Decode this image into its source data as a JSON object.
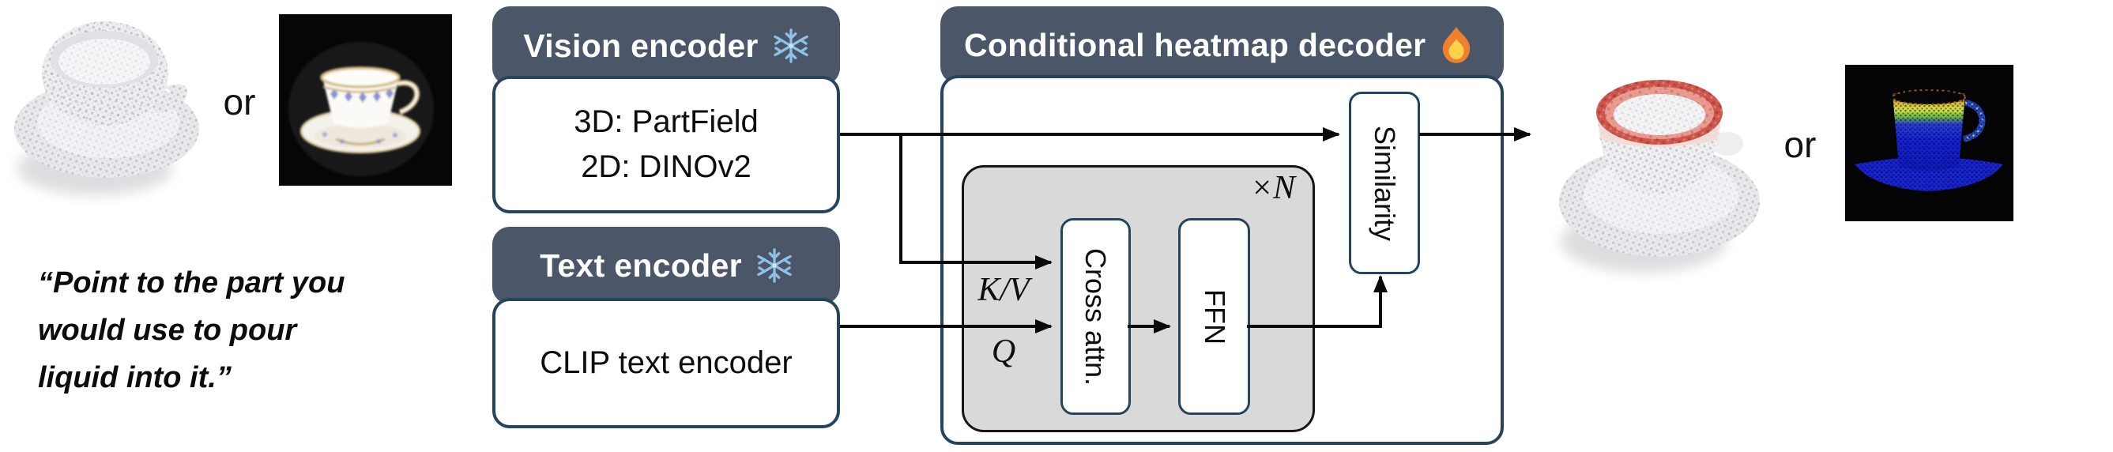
{
  "left": {
    "or_label": "or",
    "quote_lines": [
      "“Point to the part you",
      "would use to pour",
      "liquid into it.”"
    ]
  },
  "panels": {
    "vision": {
      "title": "Vision encoder",
      "icon": "snowflake-icon",
      "line1": "3D: PartField",
      "line2": "2D: DINOv2"
    },
    "text": {
      "title": "Text encoder",
      "icon": "snowflake-icon",
      "body": "CLIP text encoder"
    },
    "decoder": {
      "title": "Conditional heatmap decoder",
      "icon": "flame-icon",
      "repeat_label": "×N",
      "kv_label": "K/V",
      "q_label": "Q",
      "cross_attn_label": "Cross attn.",
      "ffn_label": "FFN",
      "similarity_label": "Similarity"
    }
  },
  "right": {
    "or_label": "or"
  },
  "icons": {
    "frozen": "snowflake-icon",
    "trainable": "flame-icon"
  },
  "colors": {
    "panel_header": "#4b5769",
    "panel_border": "#26445c",
    "inner_gray": "#d9d9d9",
    "arrow": "#0a0a0a",
    "snowflake": "#8fc0e8",
    "flame_outer": "#f08030",
    "flame_inner": "#ffd24a",
    "heatmap_hot": "#d9c83e",
    "heatmap_cold": "#1522d8",
    "pointcloud_red_rim": "#cd574d"
  }
}
